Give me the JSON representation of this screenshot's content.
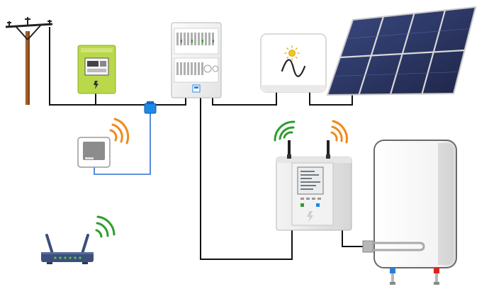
{
  "diagram": {
    "components": [
      {
        "id": "utility-pole",
        "icon": "utility-pole-icon"
      },
      {
        "id": "electricity-meter",
        "icon": "electricity-meter-icon"
      },
      {
        "id": "current-clamp",
        "icon": "current-sensor-icon"
      },
      {
        "id": "wireless-transmitter",
        "icon": "wireless-transmitter-icon"
      },
      {
        "id": "distribution-board",
        "icon": "distribution-board-icon"
      },
      {
        "id": "solar-inverter",
        "icon": "solar-inverter-icon"
      },
      {
        "id": "solar-panels",
        "icon": "solar-panel-icon"
      },
      {
        "id": "energy-router",
        "icon": "energy-router-icon"
      },
      {
        "id": "wifi-router",
        "icon": "wifi-router-icon"
      },
      {
        "id": "water-heater",
        "icon": "water-heater-icon"
      }
    ],
    "colors": {
      "wire": "#111111",
      "signal_wire": "#2f6fd6",
      "clamp": "#1e88e5",
      "meter_green": "#b9d84a",
      "wifi_green": "#2e9e2e",
      "wifi_orange": "#f08a1c",
      "pole_brown": "#8a4a1c",
      "panel_blue": "#27305a",
      "cold_water": "#2a7fd4",
      "hot_water": "#d8261e",
      "router_body": "#3d4f7a"
    }
  }
}
